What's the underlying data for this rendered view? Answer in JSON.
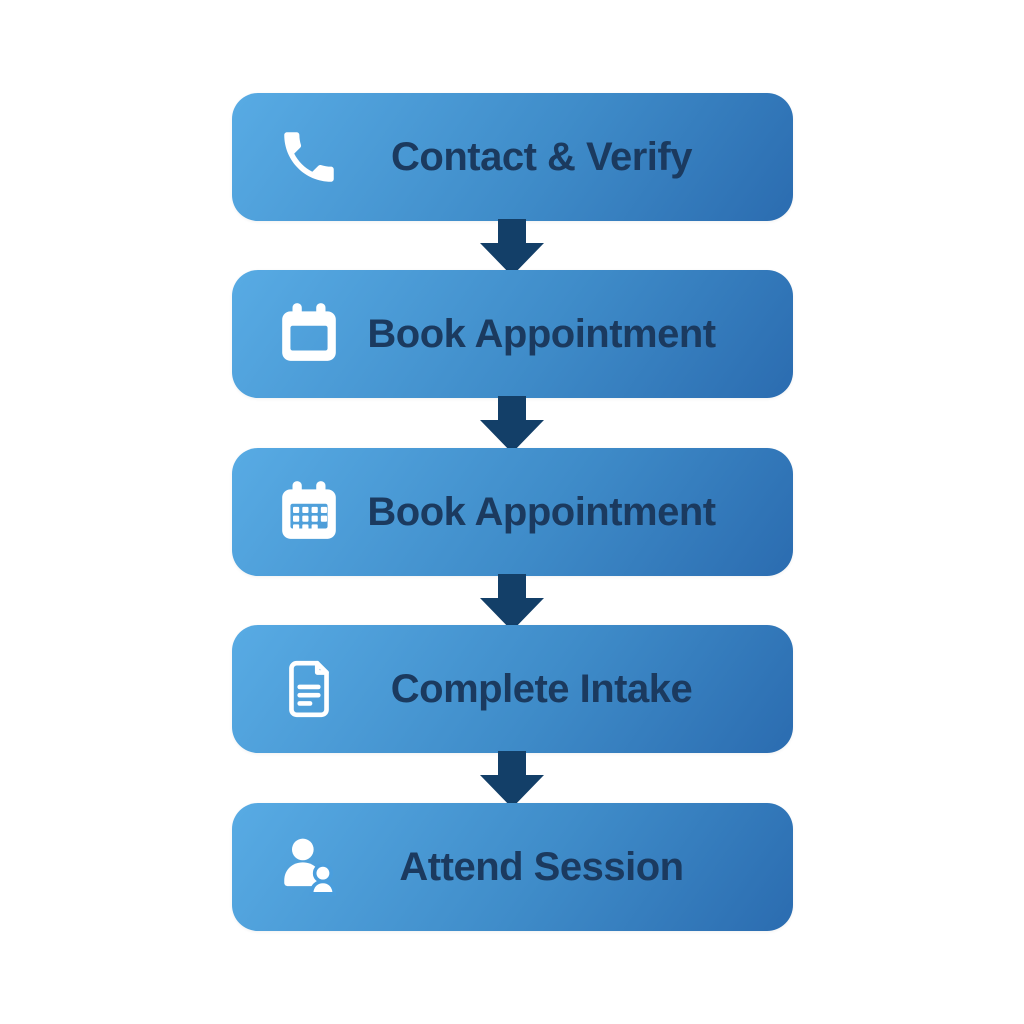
{
  "flow": {
    "steps": [
      {
        "label": "Contact & Verify",
        "icon": "phone-icon"
      },
      {
        "label": "Book Appointment",
        "icon": "calendar-icon"
      },
      {
        "label": "Book Appointment",
        "icon": "calendar-grid-icon"
      },
      {
        "label": "Complete Intake",
        "icon": "document-icon"
      },
      {
        "label": "Attend Session",
        "icon": "people-icon"
      }
    ],
    "connector": {
      "shape": "down-block-arrow",
      "count": 4
    },
    "colors": {
      "background": "#ffffff",
      "box_gradient_start": "#58abe4",
      "box_gradient_end": "#2b6cb0",
      "arrow": "#133f68",
      "label_text": "#1b3a5f",
      "icon": "#ffffff",
      "people_icon_knockout": "#4a9edd"
    }
  }
}
